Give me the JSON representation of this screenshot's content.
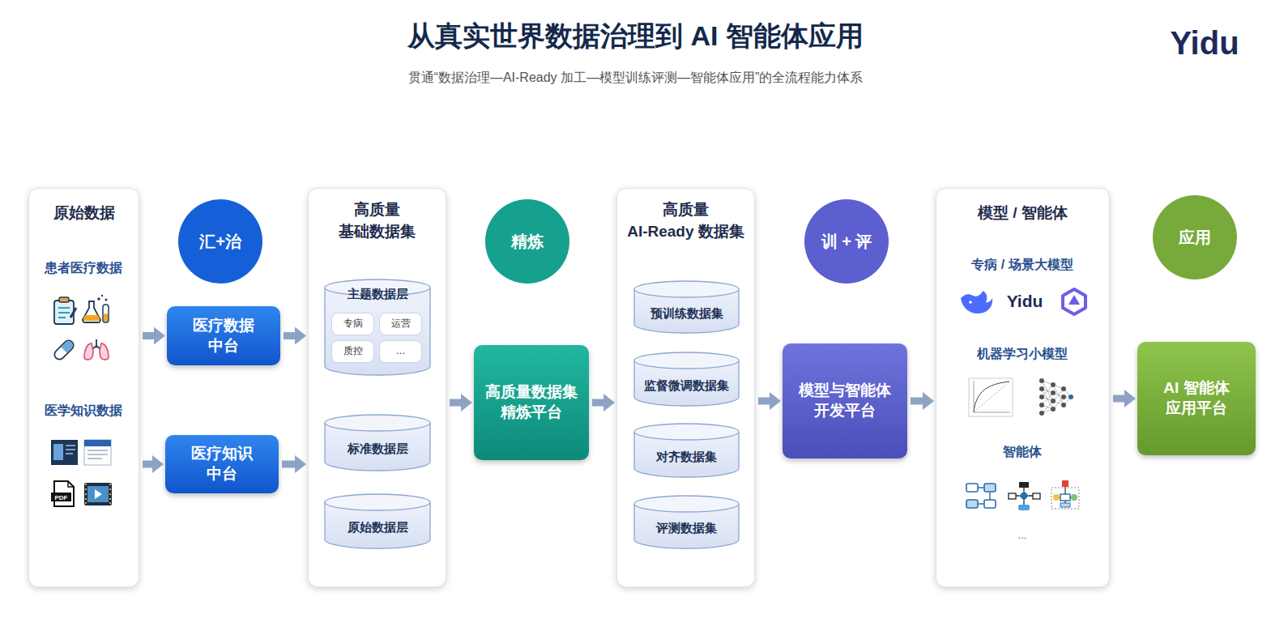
{
  "diagram": {
    "title": "从真实世界数据治理到 AI 智能体应用",
    "caption": "贯通“数据治理—AI-Ready 加工—模型训练评测—智能体应用”的全流程能力体系",
    "nodes": [
      {
        "text": [
          "原始数据"
        ]
      },
      {
        "text": [
          "汇+治"
        ]
      },
      {
        "text": [
          "医疗数据 中台"
        ]
      },
      {
        "text": [
          "医疗知识 中台"
        ]
      },
      {
        "text": [
          "高质量 基础数据集"
        ]
      },
      {
        "text": [
          "主题数据层"
        ],
        "in": 4
      },
      {
        "text": [
          "专病"
        ],
        "in": 5
      },
      {
        "text": [
          "运营"
        ],
        "in": 5
      },
      {
        "text": [
          "质控"
        ],
        "in": 5
      },
      {
        "text": [
          "…"
        ],
        "in": 5
      },
      {
        "text": [
          "标准数据层"
        ],
        "in": 4
      },
      {
        "text": [
          "原始数据层"
        ],
        "in": 4
      },
      {
        "text": [
          "精炼"
        ]
      },
      {
        "text": [
          "高质量数据集 精炼平台"
        ]
      },
      {
        "text": [
          "高质量 AI-Ready 数据集"
        ]
      },
      {
        "text": [
          "预训练数据集"
        ],
        "in": 14
      },
      {
        "text": [
          "监督微调数据集"
        ],
        "in": 14
      },
      {
        "text": [
          "对齐数据集"
        ],
        "in": 14
      },
      {
        "text": [
          "评测数据集"
        ],
        "in": 14
      },
      {
        "text": [
          "训 + 评"
        ]
      },
      {
        "text": [
          "模型与智能体 开发平台"
        ]
      },
      {
        "text": [
          "模型 / 智能体"
        ]
      },
      {
        "text": [
          "应用"
        ]
      },
      {
        "text": [
          "AI 智能体 应用平台"
        ]
      }
    ],
    "edges": [
      {
        "from": 0,
        "to": 2,
        "arrow": "to"
      },
      {
        "from": 0,
        "to": 3,
        "arrow": "to"
      },
      {
        "from": 2,
        "to": 4,
        "arrow": "to"
      },
      {
        "from": 3,
        "to": 4,
        "arrow": "to"
      },
      {
        "from": 4,
        "to": 13,
        "arrow": "to"
      },
      {
        "from": 13,
        "to": 14,
        "arrow": "to"
      },
      {
        "from": 14,
        "to": 20,
        "arrow": "to"
      },
      {
        "from": 20,
        "to": 21,
        "arrow": "to"
      },
      {
        "from": 21,
        "to": 23,
        "arrow": "to"
      }
    ],
    "labels": [
      "Yidu",
      "患者医疗数据",
      "医学知识数据",
      "PDF",
      "专病 / 场景大模型",
      "Yidu",
      "机器学习小模型",
      "智能体",
      "..."
    ]
  }
}
